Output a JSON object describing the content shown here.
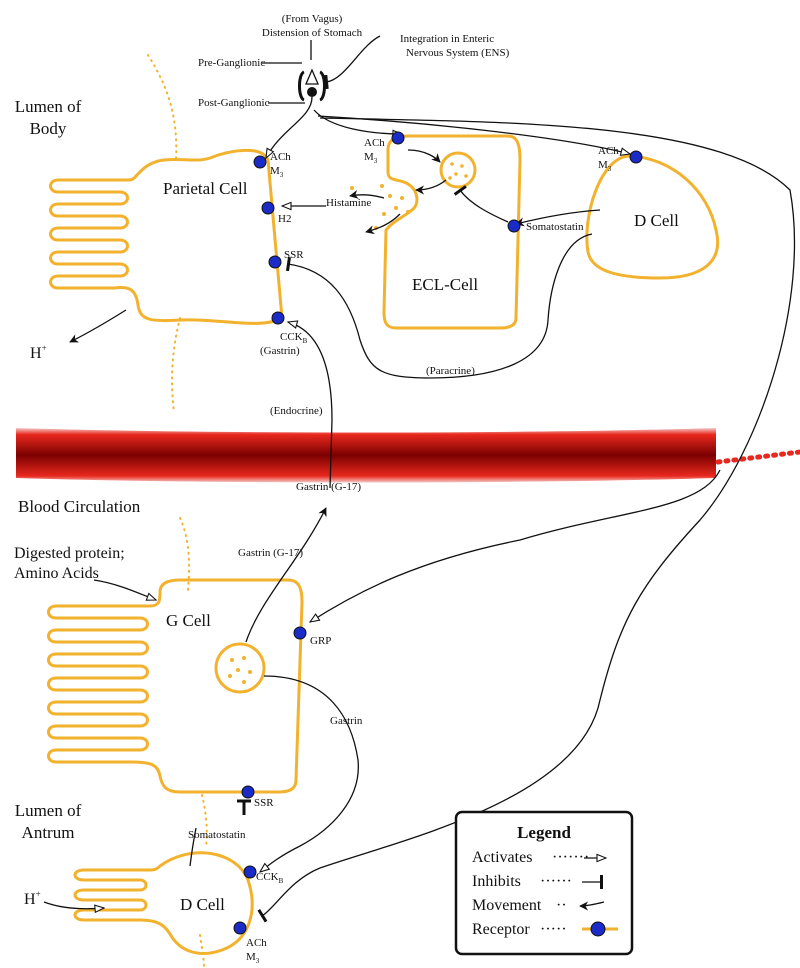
{
  "top": {
    "from_vagus": "(From Vagus)",
    "distension": "Distension of Stomach",
    "integration_line1": "Integration in Enteric",
    "integration_line2": "Nervous System (ENS)",
    "pre_ganglionic": "Pre-Ganglionic",
    "post_ganglionic": "Post-Ganglionic"
  },
  "regions": {
    "lumen_body_line1": "Lumen of",
    "lumen_body_line2": "Body",
    "blood_circulation": "Blood Circulation",
    "lumen_antrum_line1": "Lumen of",
    "lumen_antrum_line2": "Antrum"
  },
  "cells": {
    "parietal": "Parietal Cell",
    "ecl": "ECL-Cell",
    "d_cell_top": "D Cell",
    "g_cell": "G Cell",
    "d_cell_bottom": "D Cell"
  },
  "labels": {
    "ach": "ACh",
    "m": "M",
    "sub3": "3",
    "h2": "H2",
    "ssr": "SSR",
    "cck": "CCK",
    "subB": "B",
    "gastrin_paren": "(Gastrin)",
    "histamine": "Histamine",
    "somatostatin": "Somatostatin",
    "paracrine": "(Paracrine)",
    "endocrine": "(Endocrine)",
    "gastrin_g17": "Gastrin (G-17)",
    "h_plus": "H",
    "plus": "+",
    "digested_line1": "Digested protein;",
    "digested_line2": "Amino Acids",
    "grp": "GRP",
    "gastrin": "Gastrin"
  },
  "legend": {
    "title": "Legend",
    "activates": "Activates",
    "inhibits": "Inhibits",
    "movement": "Movement",
    "receptor": "Receptor",
    "dots_long": "·······",
    "dots_mid": "······",
    "dots_short": "··",
    "dots_rec": "·····"
  },
  "colors": {
    "cell_outline": "#F2B22E",
    "receptor_fill": "#1A2BC8",
    "vessel_dark": "#7A0000",
    "vessel_light": "#E8281E"
  }
}
